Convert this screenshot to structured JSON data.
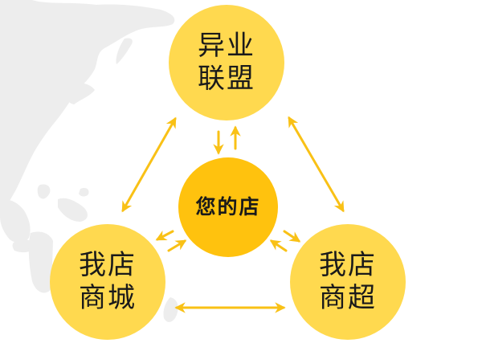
{
  "diagram": {
    "type": "hub-and-triangle relationship diagram",
    "colors": {
      "outer_node": "#ffd94f",
      "center_node": "#ffc20e",
      "arrow": "#f9c116",
      "map_background": "#ededed",
      "text": "#1a1a1a"
    },
    "nodes": {
      "top": {
        "line1": "异业",
        "line2": "联盟"
      },
      "left": {
        "line1": "我店",
        "line2": "商城"
      },
      "right": {
        "line1": "我店",
        "line2": "商超"
      },
      "center": {
        "label": "您的店"
      }
    },
    "edges": [
      {
        "from": "top",
        "to": "left",
        "style": "double-headed"
      },
      {
        "from": "top",
        "to": "right",
        "style": "double-headed"
      },
      {
        "from": "left",
        "to": "right",
        "style": "double-headed"
      },
      {
        "from": "center",
        "to": "top",
        "style": "paired opposing arrows"
      },
      {
        "from": "center",
        "to": "left",
        "style": "paired opposing arrows"
      },
      {
        "from": "center",
        "to": "right",
        "style": "paired opposing arrows"
      }
    ],
    "background": "light grey world map silhouette (Asia-Pacific region)"
  }
}
